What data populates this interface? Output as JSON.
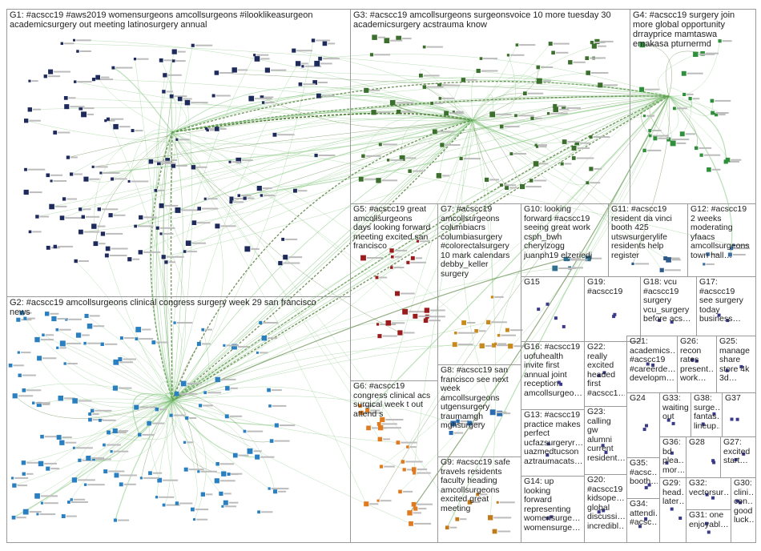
{
  "groups": [
    {
      "id": "G1",
      "label": "G1: #acscc19 #aws2019 womensurgeons amcollsurgeons #ilooklikeasurgeon\nacademicsurgery out meeting latinosurgery annual"
    },
    {
      "id": "G2",
      "label": "G2: #acscc19 amcollsurgeons clinical congress surgery week 29 san francisco\nnews"
    },
    {
      "id": "G3",
      "label": "G3: #acscc19 amcollsurgeons surgeonsvoice 10 more tuesday 30\nacademicsurgery acstrauma know"
    },
    {
      "id": "G4",
      "label": "G4: #acscc19 surgery join\nmore global opportunity\ndrrayprice mamtaswa\nemakasa pturnermd"
    },
    {
      "id": "G5",
      "label": "G5: #acscc19 great\namcollsurgeons\ndays looking forward\nmeeting excited san\nfrancisco"
    },
    {
      "id": "G6",
      "label": "G6: #acscc19\ncongress clinical acs\nsurgical week t out\nattend s"
    },
    {
      "id": "G7",
      "label": "G7: #acscc19\namcollsurgeons\ncolumbiacrs\ncolumbiasurgery\n#colorectalsurgery\n10 mark calendars\ndebby_keller\nsurgery"
    },
    {
      "id": "G8",
      "label": "G8: #acscc19 san\nfrancisco see next\nweek\namcollsurgeons\nutgensurgery\ntraumamgh\nmghsurgery"
    },
    {
      "id": "G9",
      "label": "G9: #acscc19 safe\ntravels residents\nfaculty heading\namcollsurgeons\nexcited great\nmeeting"
    },
    {
      "id": "G10",
      "label": "G10: looking\nforward #acscc19\nseeing great work\ncsph_bwh\ncherylzogg\njuanph19 elzeriedj"
    },
    {
      "id": "G11",
      "label": "G11: #acscc19\nresident da vinci\nbooth 425\nutswsurgerylife\nresidents help\nregister"
    },
    {
      "id": "G12",
      "label": "G12: #acscc19\n2 weeks\nmoderating\nyfaacs\namcollsurgeons\ntown hall…"
    },
    {
      "id": "G13",
      "label": "G13: #acscc19\npractice makes\nperfect\nucfazsurgeryr…\nuazmedtucson\naztraumacats…"
    },
    {
      "id": "G14",
      "label": "G14: up\nlooking\nforward\nrepresenting\nwomensurge…\nwomensurge…"
    },
    {
      "id": "G15",
      "label": "G15"
    },
    {
      "id": "G16",
      "label": "G16: #acscc19\nuofuhealth\ninvite first\nannual joint\nreception\namcollsurgeo…"
    },
    {
      "id": "G17",
      "label": "G17: #acscc19\nsee surgery\ntoday\nbusiness…"
    },
    {
      "id": "G18",
      "label": "G18: vcu\n#acscc19\nsurgery\nvcu_surgery\nbefore acs…"
    },
    {
      "id": "G19",
      "label": "G19:\n#acscc19"
    },
    {
      "id": "G20",
      "label": "G20:\n#acscc19\nkidsope…\nglobal\ndiscussi…\nincredibl…"
    },
    {
      "id": "G21",
      "label": "G21:\nacademics…\n#acscc19\n#careerde…\ndevelopm…"
    },
    {
      "id": "G22",
      "label": "G22:\nreally\nexcited\nheaded\nfirst\n#acscc1…"
    },
    {
      "id": "G23",
      "label": "G23:\ncalling\ngw\nalumni\ncurrent\nresident…"
    },
    {
      "id": "G24",
      "label": "G24"
    },
    {
      "id": "G25",
      "label": "G25:\nmanage\nshare\nstore 4k\n3d…"
    },
    {
      "id": "G26",
      "label": "G26:\nrecon\nrates\npresent…\nwork…"
    },
    {
      "id": "G27",
      "label": "G27:\nexcited\nstart…"
    },
    {
      "id": "G28",
      "label": "G28"
    },
    {
      "id": "G29",
      "label": "G29:\nhead…\nlater…"
    },
    {
      "id": "G30",
      "label": "G30:\nclini…\ncon…\ngood\nluck…"
    },
    {
      "id": "G31",
      "label": "G31: one\nenjoyabl…"
    },
    {
      "id": "G32",
      "label": "G32:\nvectorsur…"
    },
    {
      "id": "G33",
      "label": "G33:\nwaiting\nout"
    },
    {
      "id": "G34",
      "label": "G34:\nattendi…\n#acsc…"
    },
    {
      "id": "G35",
      "label": "G35:\n#acsc…\nbooth…"
    },
    {
      "id": "G36",
      "label": "G36:\nbd\nplea…\nmor…"
    },
    {
      "id": "G37",
      "label": "G37"
    },
    {
      "id": "G38",
      "label": "G38:\nsurge…\nfantas…\nlineup…"
    }
  ],
  "colors": {
    "edge_light": "#7fc47a",
    "edge_dark": "#3d6b1f",
    "G1": "#1f2a5c",
    "G2": "#2a7fc0",
    "G3": "#3c6e2d",
    "G4": "#2f8f3a",
    "G5": "#9b1c1c",
    "G6": "#e07a1f",
    "G7": "#c98a1d",
    "G8": "#2b6cb0",
    "G9": "#c17b1a",
    "G10": "#2f6f8f",
    "G11": "#2d5a8a",
    "G12": "#3a6ea5",
    "other": "#3a3a8a"
  }
}
